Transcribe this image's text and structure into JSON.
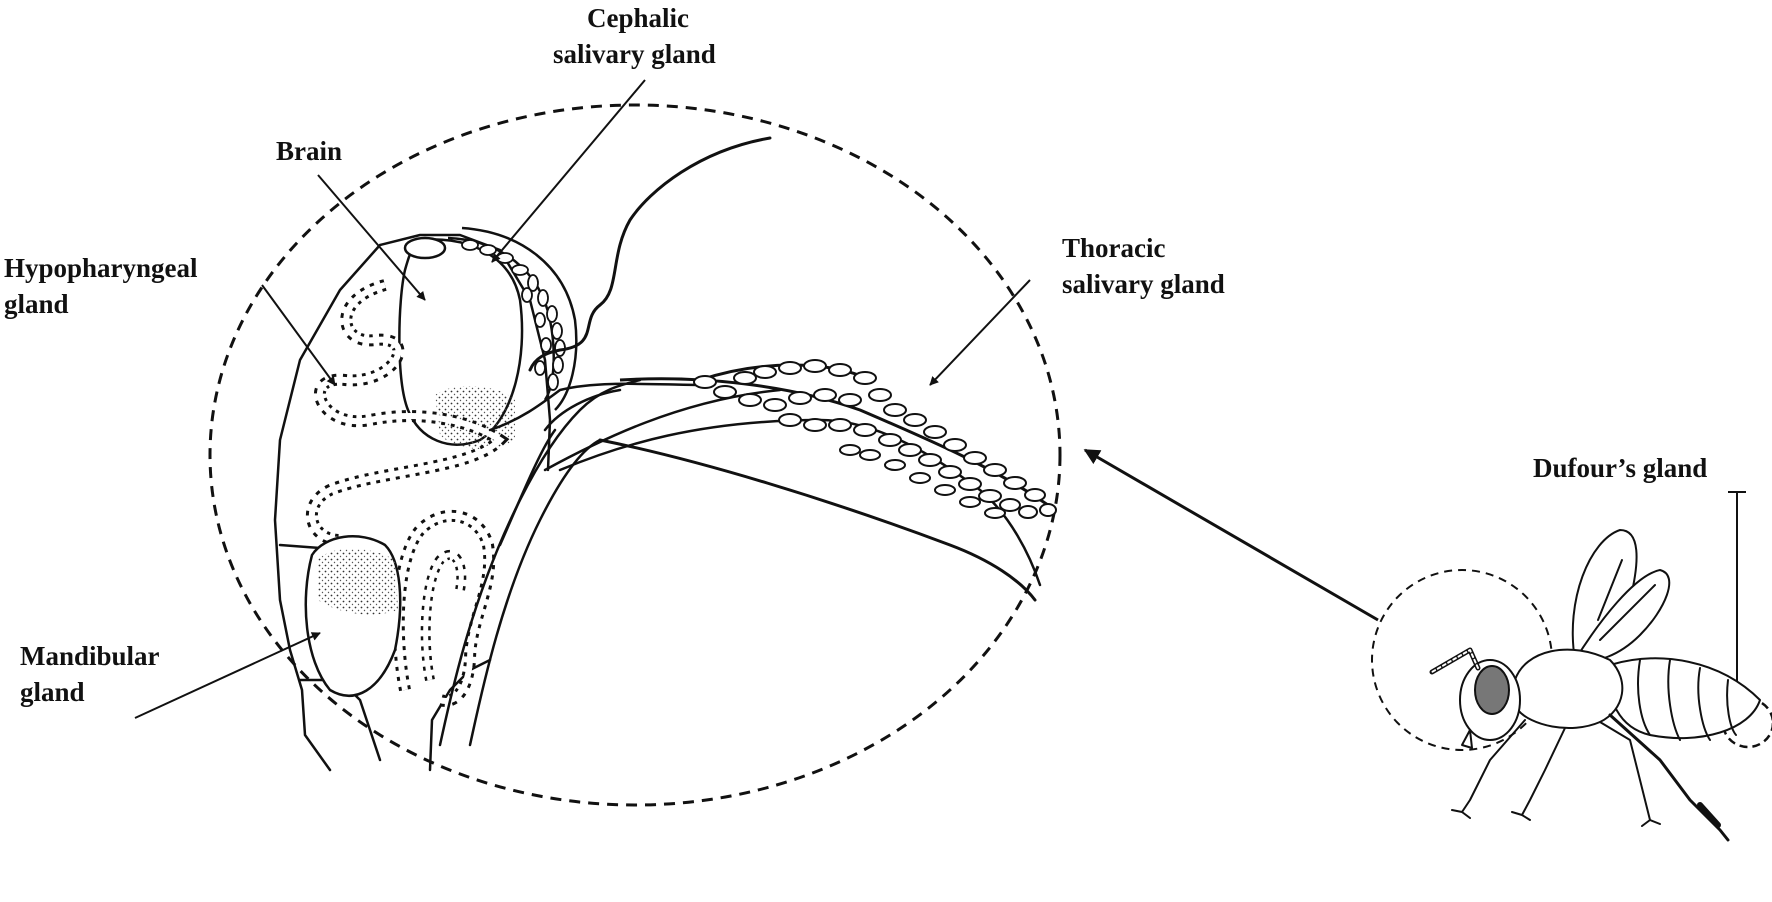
{
  "labels": {
    "cephalic": [
      "Cephalic",
      "salivary gland"
    ],
    "brain": [
      "Brain"
    ],
    "hypopharyngeal": [
      "Hypopharyngeal",
      "gland"
    ],
    "thoracic": [
      "Thoracic",
      "salivary gland"
    ],
    "mandibular": [
      "Mandibular",
      "gland"
    ],
    "dufour": [
      "Dufour’s gland"
    ]
  },
  "colors": {
    "ink": "#111111",
    "background": "#ffffff"
  }
}
